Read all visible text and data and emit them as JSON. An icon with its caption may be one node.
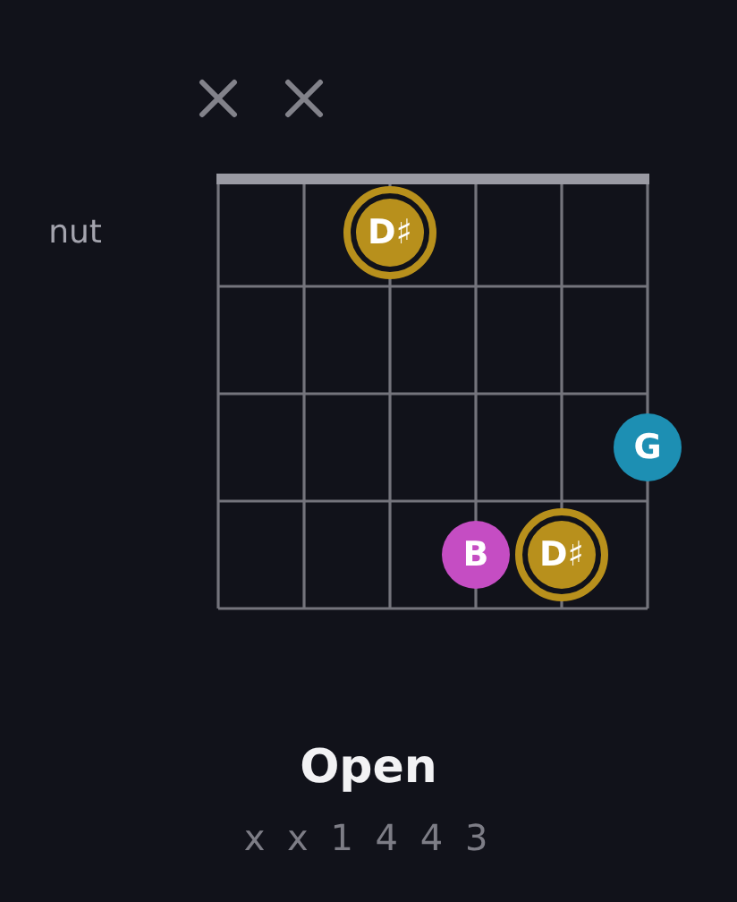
{
  "diagram": {
    "title": "Open",
    "nodes": [
      {
        "text": [
          "D♯"
        ]
      },
      {
        "text": [
          "G"
        ]
      },
      {
        "text": [
          "B"
        ]
      },
      {
        "text": [
          "D♯"
        ]
      }
    ],
    "labels": [
      "nut",
      "x x 1 4 4 3"
    ]
  }
}
